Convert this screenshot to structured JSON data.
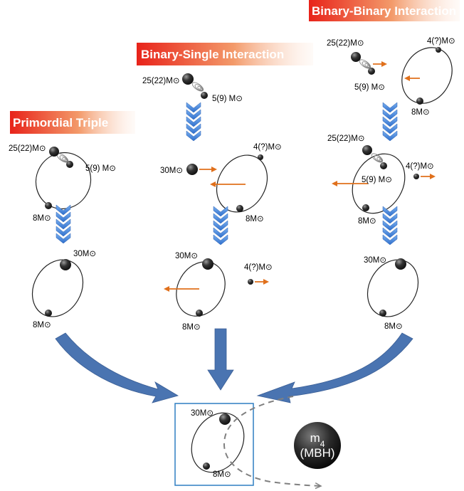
{
  "titles": {
    "primordial": "Primordial Triple",
    "binary_single": "Binary-Single Interaction",
    "binary_binary": "Binary-Binary Interaction"
  },
  "labels": {
    "m25": "25(22)M⊙",
    "m5": "5(9) M⊙",
    "m30": "30M⊙",
    "m8": "8M⊙",
    "m4": "4(?)M⊙"
  },
  "mbh": {
    "line1": "m4",
    "line2": "(MBH)"
  },
  "colors": {
    "banner_start": "#e8231a",
    "banner_end": "#fde8dc",
    "chevron": "#3f7fd8",
    "big_arrow": "#4a74b1",
    "velocity_arrow": "#e0701c",
    "box_border": "#2e7fc2",
    "dashed_path": "#808080",
    "star": "#2a2a2a"
  }
}
